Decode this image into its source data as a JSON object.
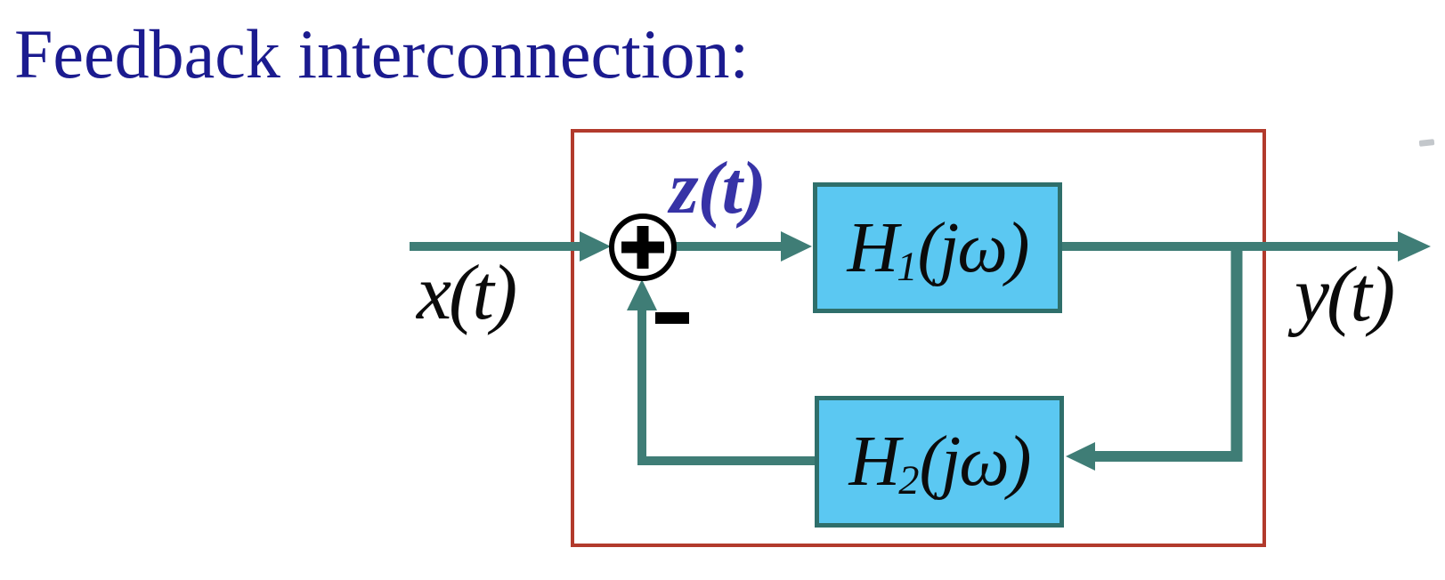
{
  "title": "Feedback interconnection:",
  "diagram": {
    "input_label": "x(t)",
    "summer_output_label": "z(t)",
    "output_label": "y(t)",
    "summing_junction": {
      "plus_operator": "+",
      "minus_operator": "−"
    },
    "blocks": {
      "h1": {
        "base": "H",
        "sub": "1",
        "args": "(jω)"
      },
      "h2": {
        "base": "H",
        "sub": "2",
        "args": "(jω)"
      }
    },
    "colors": {
      "title": "#1b1b8f",
      "wire": "#3f7d76",
      "block_fill": "#5bc8f2",
      "block_border": "#2f6f6b",
      "system_boundary": "#b23a2c",
      "summer_output_label": "#3733a6",
      "signal_labels": "#0b0b0b"
    }
  }
}
